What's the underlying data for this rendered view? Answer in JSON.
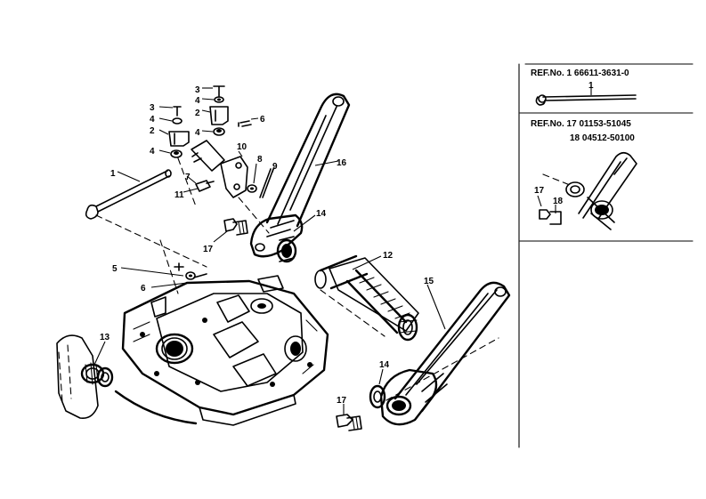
{
  "callouts": [
    "1",
    "2",
    "2",
    "3",
    "3",
    "4",
    "4",
    "4",
    "4",
    "5",
    "6",
    "6",
    "7",
    "8",
    "9",
    "10",
    "11",
    "12",
    "13",
    "14",
    "14",
    "15",
    "16",
    "17",
    "17"
  ],
  "ref_panel_1": {
    "line1": "REF.No.  1   66611-3631-0",
    "part_label": "1"
  },
  "ref_panel_2": {
    "line1": "REF.No. 17  01153-51045",
    "line2": "18  04512-50100",
    "part_labels": [
      "17",
      "18"
    ]
  }
}
